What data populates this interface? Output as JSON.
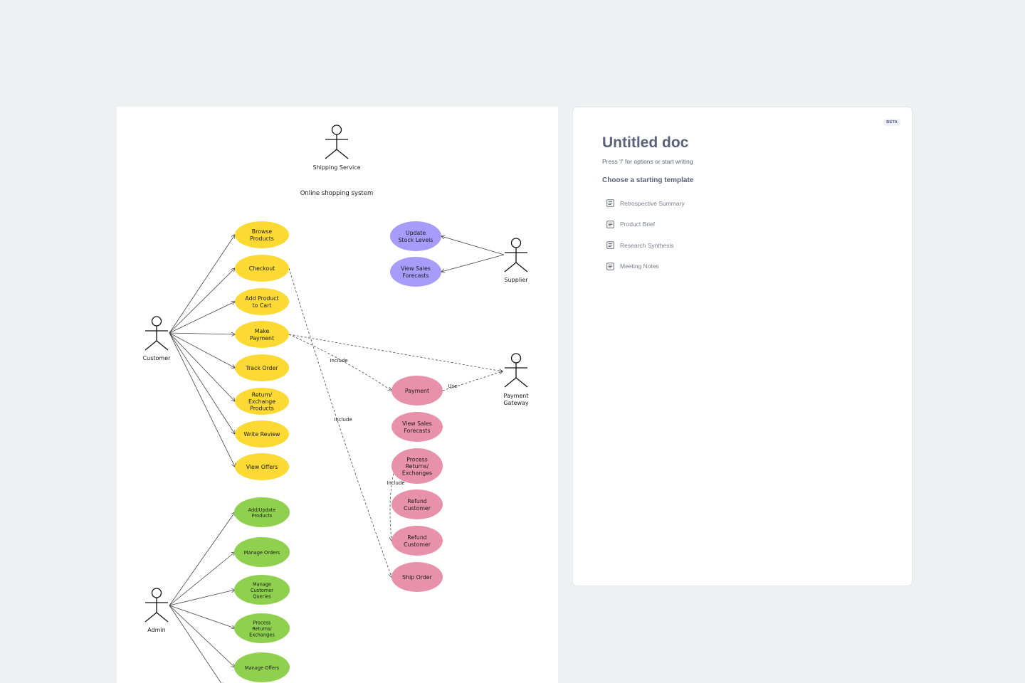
{
  "diagram": {
    "system_title": "Online shopping system",
    "actors": {
      "shipping_service": "Shipping Service",
      "customer": "Customer",
      "supplier": "Supplier",
      "payment_gateway": [
        "Payment",
        "Gateway"
      ],
      "admin": "Admin"
    },
    "customer_use_cases": [
      [
        "Browse",
        "Products"
      ],
      [
        "Checkout"
      ],
      [
        "Add Product",
        "to Cart"
      ],
      [
        "Make",
        "Payment"
      ],
      [
        "Track Order"
      ],
      [
        "Return/",
        "Exchange",
        "Products"
      ],
      [
        "Write Review"
      ],
      [
        "View Offers"
      ]
    ],
    "supplier_use_cases": [
      [
        "Update",
        "Stock Levels"
      ],
      [
        "View Sales",
        "Forecasts"
      ]
    ],
    "system_use_cases": [
      [
        "Payment"
      ],
      [
        "View Sales",
        "Forecasts"
      ],
      [
        "Process",
        "Returns/",
        "Exchanges"
      ],
      [
        "Refund",
        "Customer"
      ],
      [
        "Refund",
        "Customer"
      ],
      [
        "Ship Order"
      ]
    ],
    "admin_use_cases": [
      [
        "Add/Update",
        "Products"
      ],
      [
        "Manage Orders"
      ],
      [
        "Manage",
        "Customer",
        "Queries"
      ],
      [
        "Process",
        "Returns/",
        "Exchanges"
      ],
      [
        "Manage Offers"
      ]
    ],
    "relation_labels": {
      "include_payment": "Include",
      "include_ship": "Include",
      "include_refund": "Include",
      "use": "Use"
    },
    "colors": {
      "customer": "#fcd933",
      "supplier": "#a89cfb",
      "system": "#e891ab",
      "admin": "#8fd14f"
    }
  },
  "doc": {
    "badge": "BETA",
    "title": "Untitled doc",
    "hint": "Press '/' for options or start writing",
    "section_title": "Choose a starting template",
    "templates": [
      {
        "label": "Retrospective Summary",
        "icon": "document-icon"
      },
      {
        "label": "Product Brief",
        "icon": "document-icon"
      },
      {
        "label": "Research Synthesis",
        "icon": "document-icon"
      },
      {
        "label": "Meeting Notes",
        "icon": "document-icon"
      }
    ]
  }
}
